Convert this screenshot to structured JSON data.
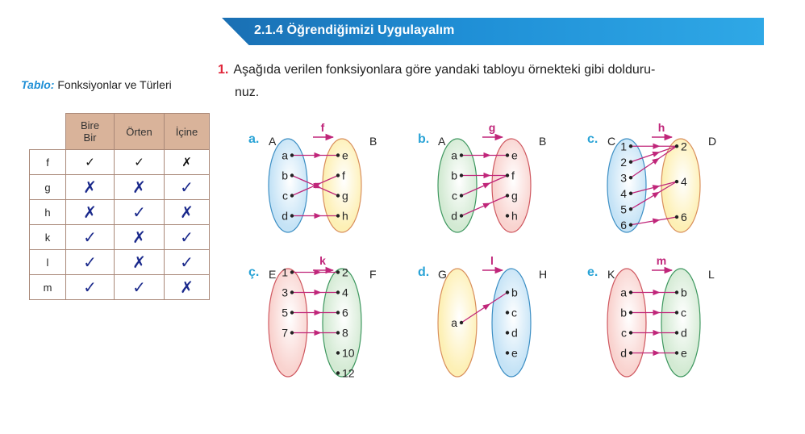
{
  "banner": {
    "title": "2.1.4 Öğrendiğimizi Uygulayalım"
  },
  "question": {
    "number": "1.",
    "line1": "Aşağıda verilen fonksiyonlara göre yandaki tabloyu örnekteki gibi dolduru-",
    "line2": "nuz."
  },
  "caption": {
    "prefix": "Tablo:",
    "text": "Fonksiyonlar ve Türleri"
  },
  "table": {
    "headers": [
      "Bire Bir",
      "Örten",
      "İçine"
    ],
    "header_line1": "Bire",
    "header_line2": "Bir",
    "rows": [
      {
        "label": "f",
        "cells": [
          "✓",
          "✓",
          "✗"
        ],
        "printed": true
      },
      {
        "label": "g",
        "cells": [
          "✗",
          "✗",
          "✓"
        ],
        "printed": false
      },
      {
        "label": "h",
        "cells": [
          "✗",
          "✓",
          "✗"
        ],
        "printed": false
      },
      {
        "label": "k",
        "cells": [
          "✓",
          "✗",
          "✓"
        ],
        "printed": false
      },
      {
        "label": "l",
        "cells": [
          "✓",
          "✗",
          "✓"
        ],
        "printed": false
      },
      {
        "label": "m",
        "cells": [
          "✓",
          "✓",
          "✗"
        ],
        "printed": false
      }
    ]
  },
  "colors": {
    "arrow": "#c0267a",
    "label": "#29a3d6",
    "handwriting": "#1b2a8c",
    "blue": [
      "#c5e3f6",
      "#3d8fc4"
    ],
    "yellow": [
      "#fdf0b5",
      "#d98f5c"
    ],
    "green": [
      "#d3ead3",
      "#3f9860"
    ],
    "pink": [
      "#f9d3cf",
      "#cf5860"
    ]
  },
  "diagrams": [
    {
      "label": "a.",
      "func": "f",
      "from": "A",
      "to": "B",
      "left": [
        "a",
        "b",
        "c",
        "d"
      ],
      "right": [
        "e",
        "f",
        "g",
        "h"
      ],
      "map": [
        [
          0,
          0
        ],
        [
          1,
          2
        ],
        [
          2,
          1
        ],
        [
          3,
          3
        ]
      ],
      "lc": "blue",
      "rc": "yellow"
    },
    {
      "label": "b.",
      "func": "g",
      "from": "A",
      "to": "B",
      "left": [
        "a",
        "b",
        "c",
        "d"
      ],
      "right": [
        "e",
        "f",
        "g",
        "h"
      ],
      "map": [
        [
          0,
          0
        ],
        [
          1,
          1
        ],
        [
          2,
          1
        ],
        [
          3,
          2
        ]
      ],
      "lc": "green",
      "rc": "pink"
    },
    {
      "label": "c.",
      "func": "h",
      "from": "C",
      "to": "D",
      "left": [
        "1",
        "2",
        "3",
        "4",
        "5",
        "6"
      ],
      "right": [
        "2",
        "4",
        "6"
      ],
      "map": [
        [
          0,
          0
        ],
        [
          1,
          0
        ],
        [
          2,
          0
        ],
        [
          3,
          1
        ],
        [
          4,
          1
        ],
        [
          5,
          2
        ]
      ],
      "lc": "blue",
      "rc": "yellow"
    },
    {
      "label": "ç.",
      "func": "k",
      "from": "E",
      "to": "F",
      "left": [
        "1",
        "3",
        "5",
        "7"
      ],
      "right": [
        "2",
        "4",
        "6",
        "8",
        "10",
        "12"
      ],
      "map": [
        [
          0,
          0
        ],
        [
          1,
          1
        ],
        [
          2,
          2
        ],
        [
          3,
          3
        ]
      ],
      "lc": "pink",
      "rc": "green",
      "alignTop": true
    },
    {
      "label": "d.",
      "func": "l",
      "from": "G",
      "to": "H",
      "left": [
        "a"
      ],
      "right": [
        "b",
        "c",
        "d",
        "e"
      ],
      "map": [
        [
          0,
          0
        ]
      ],
      "lc": "yellow",
      "rc": "blue"
    },
    {
      "label": "e.",
      "func": "m",
      "from": "K",
      "to": "L",
      "left": [
        "a",
        "b",
        "c",
        "d"
      ],
      "right": [
        "b",
        "c",
        "d",
        "e"
      ],
      "map": [
        [
          0,
          0
        ],
        [
          1,
          1
        ],
        [
          2,
          2
        ],
        [
          3,
          3
        ]
      ],
      "lc": "pink",
      "rc": "green"
    }
  ]
}
